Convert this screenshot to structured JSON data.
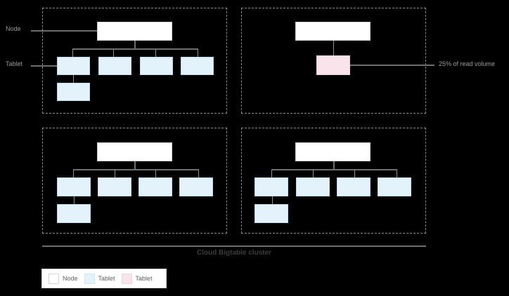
{
  "diagram": {
    "caption": "Cloud Bigtable cluster",
    "labels": {
      "node": "Node",
      "tablet": "Tablet"
    },
    "annotations": {
      "hot_tablet": "25% of read volume"
    },
    "colors": {
      "background": "#000000",
      "node_fill": "#ffffff",
      "node_stroke": "#cfcfcf",
      "tablet_fill": "#e3f2fb",
      "tablet_stroke": "#b9d9ec",
      "hot_tablet_fill": "#fae4ec",
      "hot_tablet_stroke": "#f0cbd9",
      "connector": "#6e6e6e",
      "dashed_border": "#8a8a8a",
      "caption_text": "#3c3c3c",
      "label_text": "#9a9a9a"
    },
    "quadrants": [
      {
        "id": "top-left",
        "node_count": 1,
        "tablet_count": 5,
        "hot_tablet_count": 0
      },
      {
        "id": "top-right",
        "node_count": 1,
        "tablet_count": 0,
        "hot_tablet_count": 1
      },
      {
        "id": "bottom-left",
        "node_count": 1,
        "tablet_count": 5,
        "hot_tablet_count": 0
      },
      {
        "id": "bottom-right",
        "node_count": 1,
        "tablet_count": 5,
        "hot_tablet_count": 0
      }
    ],
    "legend": {
      "items": [
        {
          "label": "Node",
          "swatch": "#ffffff"
        },
        {
          "label": "Tablet",
          "swatch": "#e3f2fb"
        },
        {
          "label": "Tablet",
          "swatch": "#fae4ec"
        }
      ]
    }
  }
}
